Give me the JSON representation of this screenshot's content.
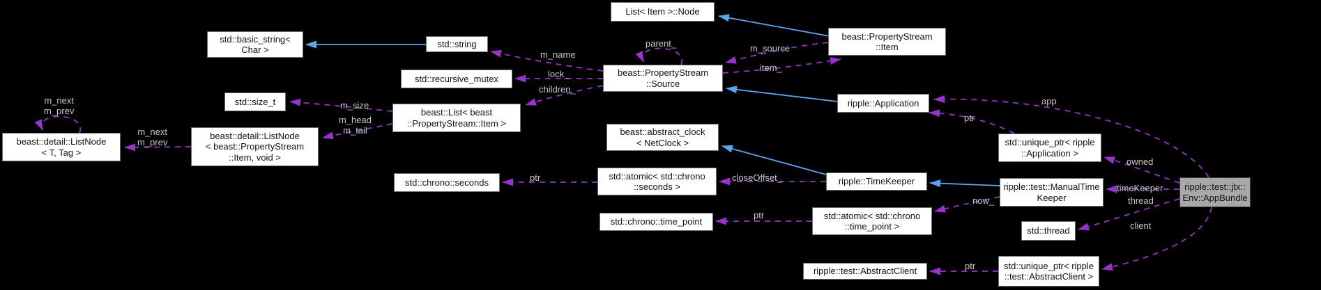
{
  "diagram": {
    "type": "doxygen-collaboration-graph",
    "background": "#000000",
    "colors": {
      "usage_edge": "#9932cc",
      "inheritance_edge": "#5aa7ee",
      "node_border": "#6e6e6e",
      "highlight_fill": "#a8a8a8",
      "edge_label": "#c9c9c9"
    }
  },
  "nodes": [
    {
      "id": "list-item-node",
      "label": "List< Item >::Node"
    },
    {
      "id": "property-stream-item",
      "label": "beast::PropertyStream\n::Item"
    },
    {
      "id": "basic-string",
      "label": "std::basic_string<\nChar >"
    },
    {
      "id": "std-string",
      "label": "std::string"
    },
    {
      "id": "property-stream-source",
      "label": "beast::PropertyStream\n::Source"
    },
    {
      "id": "recursive-mutex",
      "label": "std::recursive_mutex"
    },
    {
      "id": "ripple-application",
      "label": "ripple::Application"
    },
    {
      "id": "std-size-t",
      "label": "std::size_t"
    },
    {
      "id": "beast-list",
      "label": "beast::List< beast\n::PropertyStream::Item >"
    },
    {
      "id": "listnode-t-tag",
      "label": "beast::detail::ListNode\n< T, Tag >"
    },
    {
      "id": "listnode-item-void",
      "label": "beast::detail::ListNode\n< beast::PropertyStream\n::Item, void >"
    },
    {
      "id": "abstract-clock",
      "label": "beast::abstract_clock\n< NetClock >"
    },
    {
      "id": "unique-ptr-application",
      "label": "std::unique_ptr< ripple\n::Application >"
    },
    {
      "id": "timekeeper",
      "label": "ripple::TimeKeeper"
    },
    {
      "id": "atomic-seconds",
      "label": "std::atomic< std::chrono\n::seconds >"
    },
    {
      "id": "chrono-seconds",
      "label": "std::chrono::seconds"
    },
    {
      "id": "manual-timekeeper",
      "label": "ripple::test::ManualTime\nKeeper"
    },
    {
      "id": "appbundle",
      "label": "ripple::test::jtx::\nEnv::AppBundle"
    },
    {
      "id": "std-thread",
      "label": "std::thread"
    },
    {
      "id": "unique-ptr-abstract-client",
      "label": "std::unique_ptr< ripple\n::test::AbstractClient >"
    },
    {
      "id": "abstract-client",
      "label": "ripple::test::AbstractClient"
    },
    {
      "id": "atomic-time-point",
      "label": "std::atomic< std::chrono\n::time_point >"
    },
    {
      "id": "chrono-time-point",
      "label": "std::chrono::time_point"
    }
  ],
  "edge_labels": [
    {
      "id": "m-name",
      "text": "m_name"
    },
    {
      "id": "lock",
      "text": "lock_"
    },
    {
      "id": "children",
      "text": "children_"
    },
    {
      "id": "parent",
      "text": "parent_"
    },
    {
      "id": "m-source",
      "text": "m_source"
    },
    {
      "id": "item",
      "text": "item_"
    },
    {
      "id": "m-size",
      "text": "m_size"
    },
    {
      "id": "m-head-m-tail",
      "text": "m_head\nm_tail"
    },
    {
      "id": "m-next-m-prev-loop",
      "text": "m_next\nm_prev"
    },
    {
      "id": "m-next-m-prev",
      "text": "m_next\nm_prev"
    },
    {
      "id": "app",
      "text": "app"
    },
    {
      "id": "ptr-application",
      "text": "ptr"
    },
    {
      "id": "close-offset",
      "text": "closeOffset_"
    },
    {
      "id": "ptr-seconds",
      "text": "ptr"
    },
    {
      "id": "now",
      "text": "now_"
    },
    {
      "id": "ptr-time-point",
      "text": "ptr"
    },
    {
      "id": "owned",
      "text": "owned"
    },
    {
      "id": "time-keeper",
      "text": "timeKeeper"
    },
    {
      "id": "thread",
      "text": "thread"
    },
    {
      "id": "client",
      "text": "client"
    },
    {
      "id": "ptr-client",
      "text": "ptr"
    }
  ]
}
